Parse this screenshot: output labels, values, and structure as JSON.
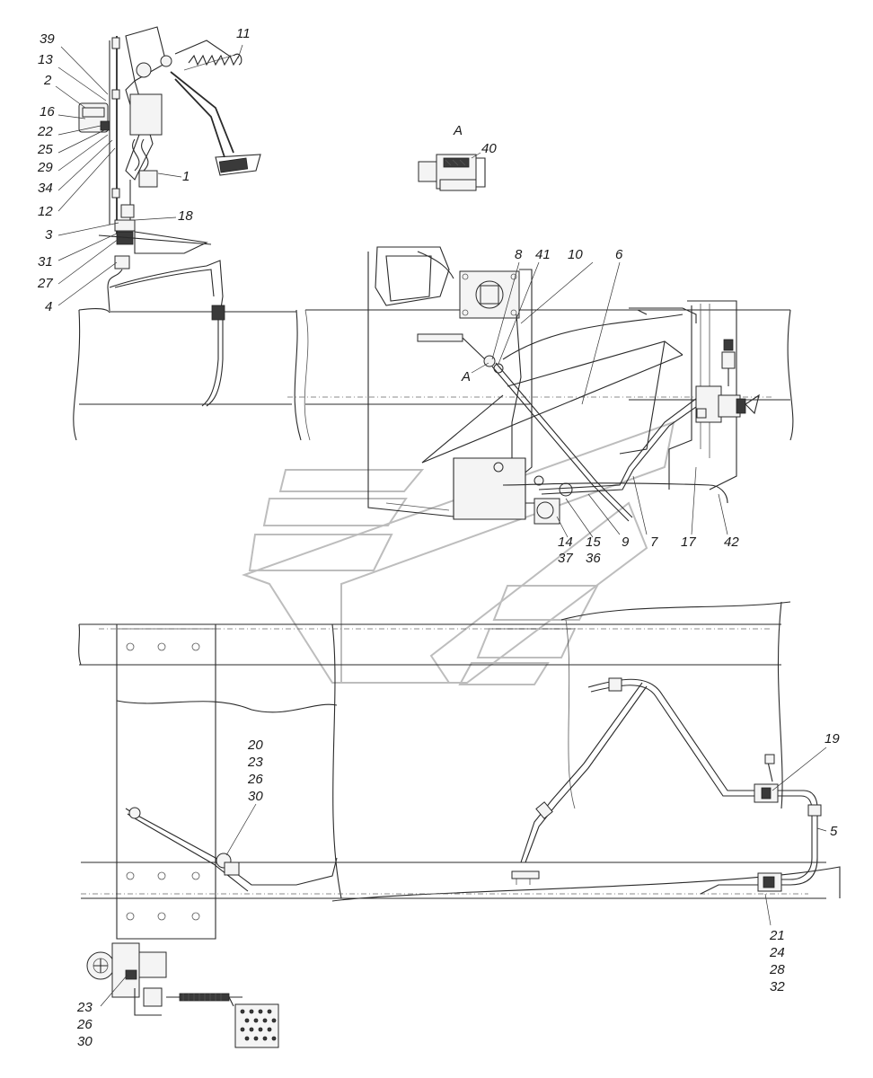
{
  "section_label": "A",
  "callouts": {
    "n39": "39",
    "n13": "13",
    "n2": "2",
    "n16": "16",
    "n22": "22",
    "n25": "25",
    "n29": "29",
    "n34": "34",
    "n12": "12",
    "n3": "3",
    "n31": "31",
    "n27": "27",
    "n4": "4",
    "n11": "11",
    "n1": "1",
    "n18": "18",
    "n40": "40",
    "n8": "8",
    "n41": "41",
    "n10": "10",
    "n6": "6",
    "A2": "A",
    "n9": "9",
    "n7": "7",
    "n17": "17",
    "n42": "42",
    "n14": "14",
    "n37": "37",
    "n15": "15",
    "n36": "36",
    "n19": "19",
    "n5": "5"
  },
  "callout_groups": {
    "left_mid": [
      "20",
      "23",
      "26",
      "30"
    ],
    "bottom_left": [
      "23",
      "26",
      "30"
    ],
    "bottom_right": [
      "21",
      "24",
      "28",
      "32"
    ]
  }
}
